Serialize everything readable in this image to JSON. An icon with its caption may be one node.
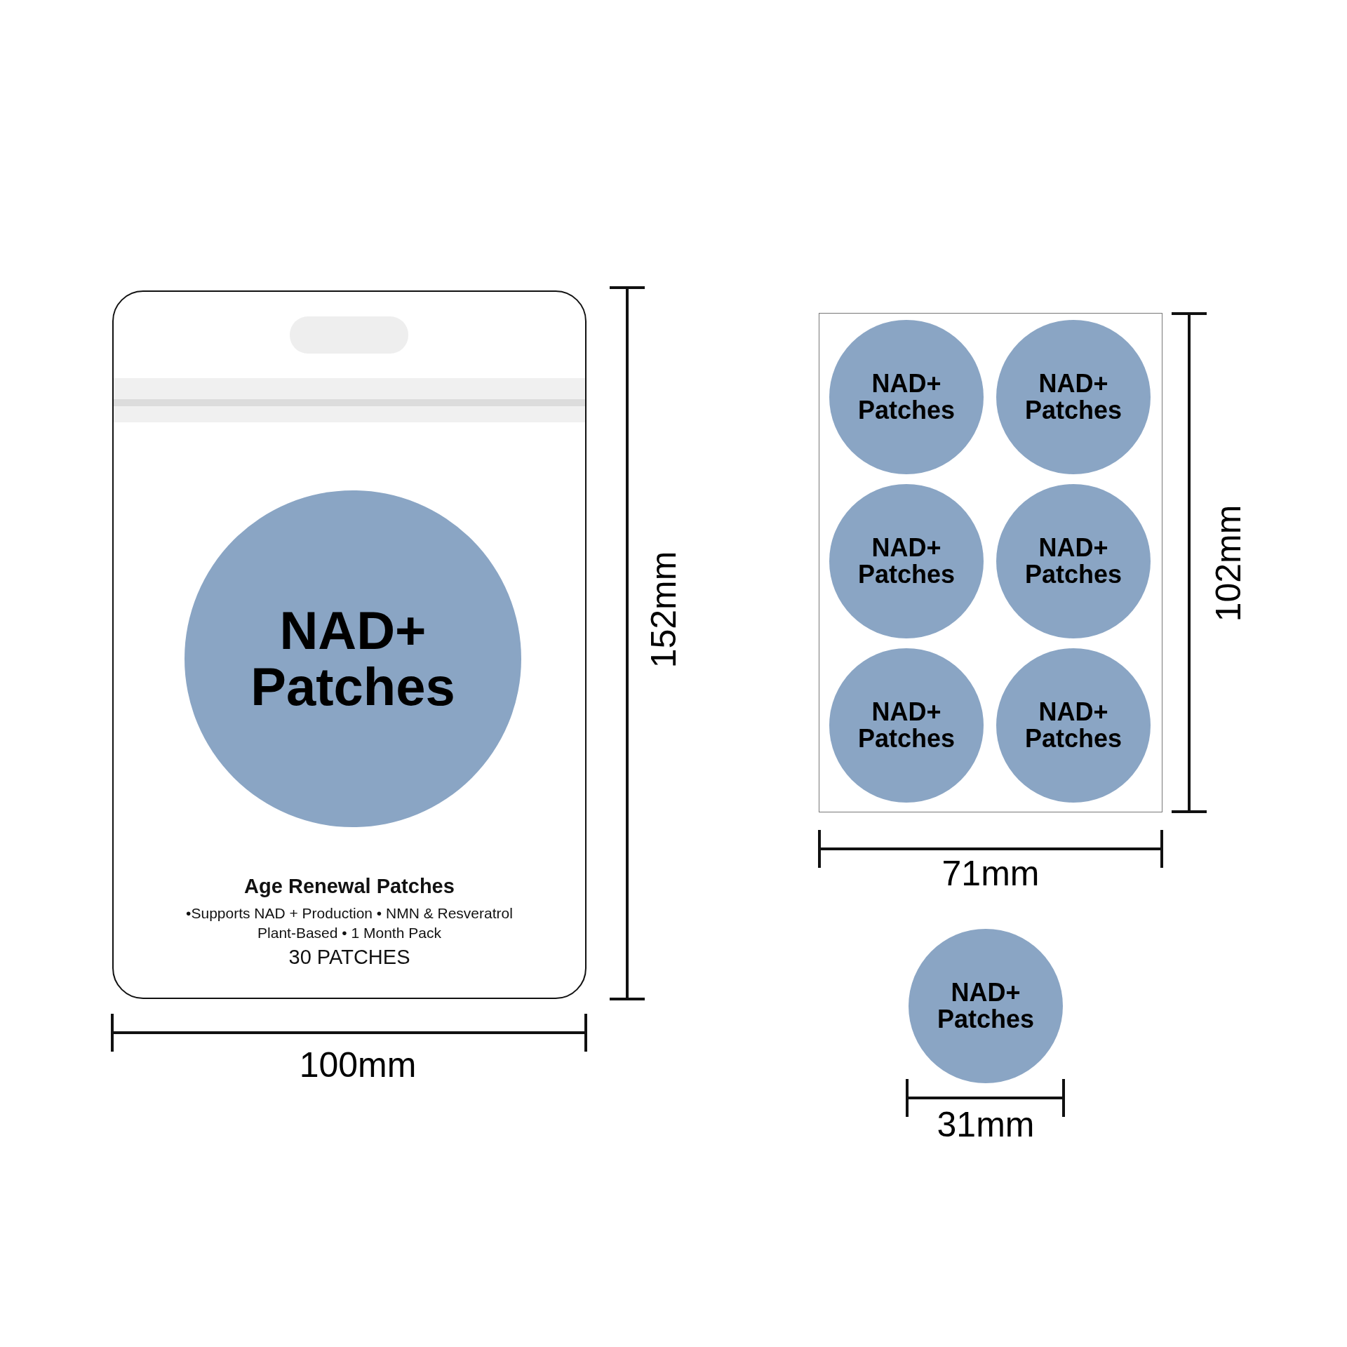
{
  "diagram": {
    "nodes": [
      {
        "text": [
          "Age Renewal Patches",
          "•Supports NAD + Production • NMN & Resveratrol",
          "Plant-Based • 1 Month Pack",
          "30 PATCHES"
        ]
      },
      {
        "text": [
          "NAD+ Patches"
        ],
        "in": 0
      },
      {
        "text": [],
        "shape": "box"
      },
      {
        "text": [
          "NAD+ Patches"
        ],
        "in": 2
      },
      {
        "text": [
          "NAD+ Patches"
        ],
        "in": 2
      },
      {
        "text": [
          "NAD+ Patches"
        ],
        "in": 2
      },
      {
        "text": [
          "NAD+ Patches"
        ],
        "in": 2
      },
      {
        "text": [
          "NAD+ Patches"
        ],
        "in": 2
      },
      {
        "text": [
          "NAD+ Patches"
        ],
        "in": 2
      },
      {
        "text": [
          "NAD+ Patches"
        ]
      }
    ],
    "edges": [],
    "labels": [
      "152mm",
      "100mm",
      "102mm",
      "71mm",
      "31mm"
    ]
  }
}
